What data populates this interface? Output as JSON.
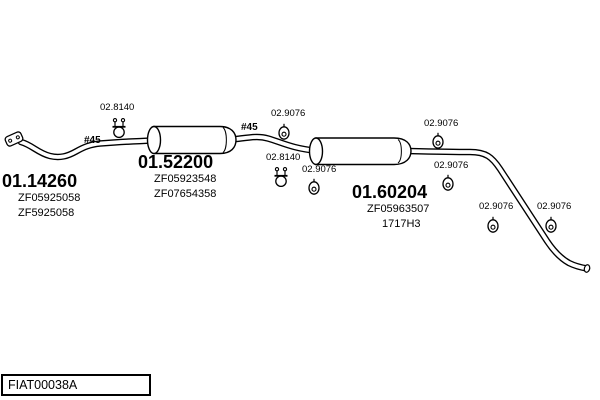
{
  "footer": {
    "drawing_code": "FIAT00038A"
  },
  "parts": {
    "front_pipe": {
      "part_number": "01.14260",
      "refs": [
        "ZF05925058",
        "ZF5925058"
      ]
    },
    "front_muffler": {
      "part_number": "01.52200",
      "refs": [
        "ZF05923548",
        "ZF07654358"
      ]
    },
    "rear_muffler": {
      "part_number": "01.60204",
      "refs": [
        "ZF05963507",
        "1717H3"
      ]
    },
    "clamp": {
      "part_number": "02.8140",
      "count": 2
    },
    "hanger": {
      "part_number": "02.9076",
      "count": 6
    },
    "diameter_mark": "#45"
  }
}
